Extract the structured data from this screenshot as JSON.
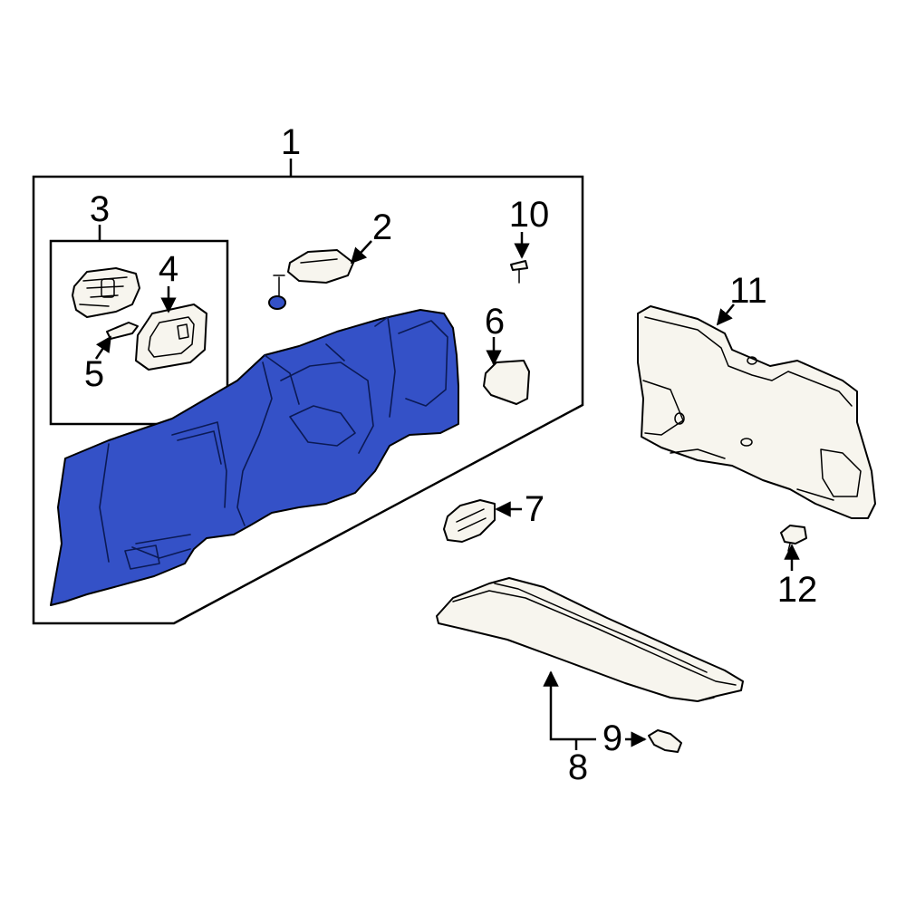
{
  "colors": {
    "highlight": "#3451c7",
    "part_fill": "#f7f5ee",
    "outline": "#000000"
  },
  "callouts": {
    "c1": "1",
    "c2": "2",
    "c3": "3",
    "c4": "4",
    "c5": "5",
    "c6": "6",
    "c7": "7",
    "c8": "8",
    "c9": "9",
    "c10": "10",
    "c11": "11",
    "c12": "12"
  },
  "highlighted_part": "1"
}
